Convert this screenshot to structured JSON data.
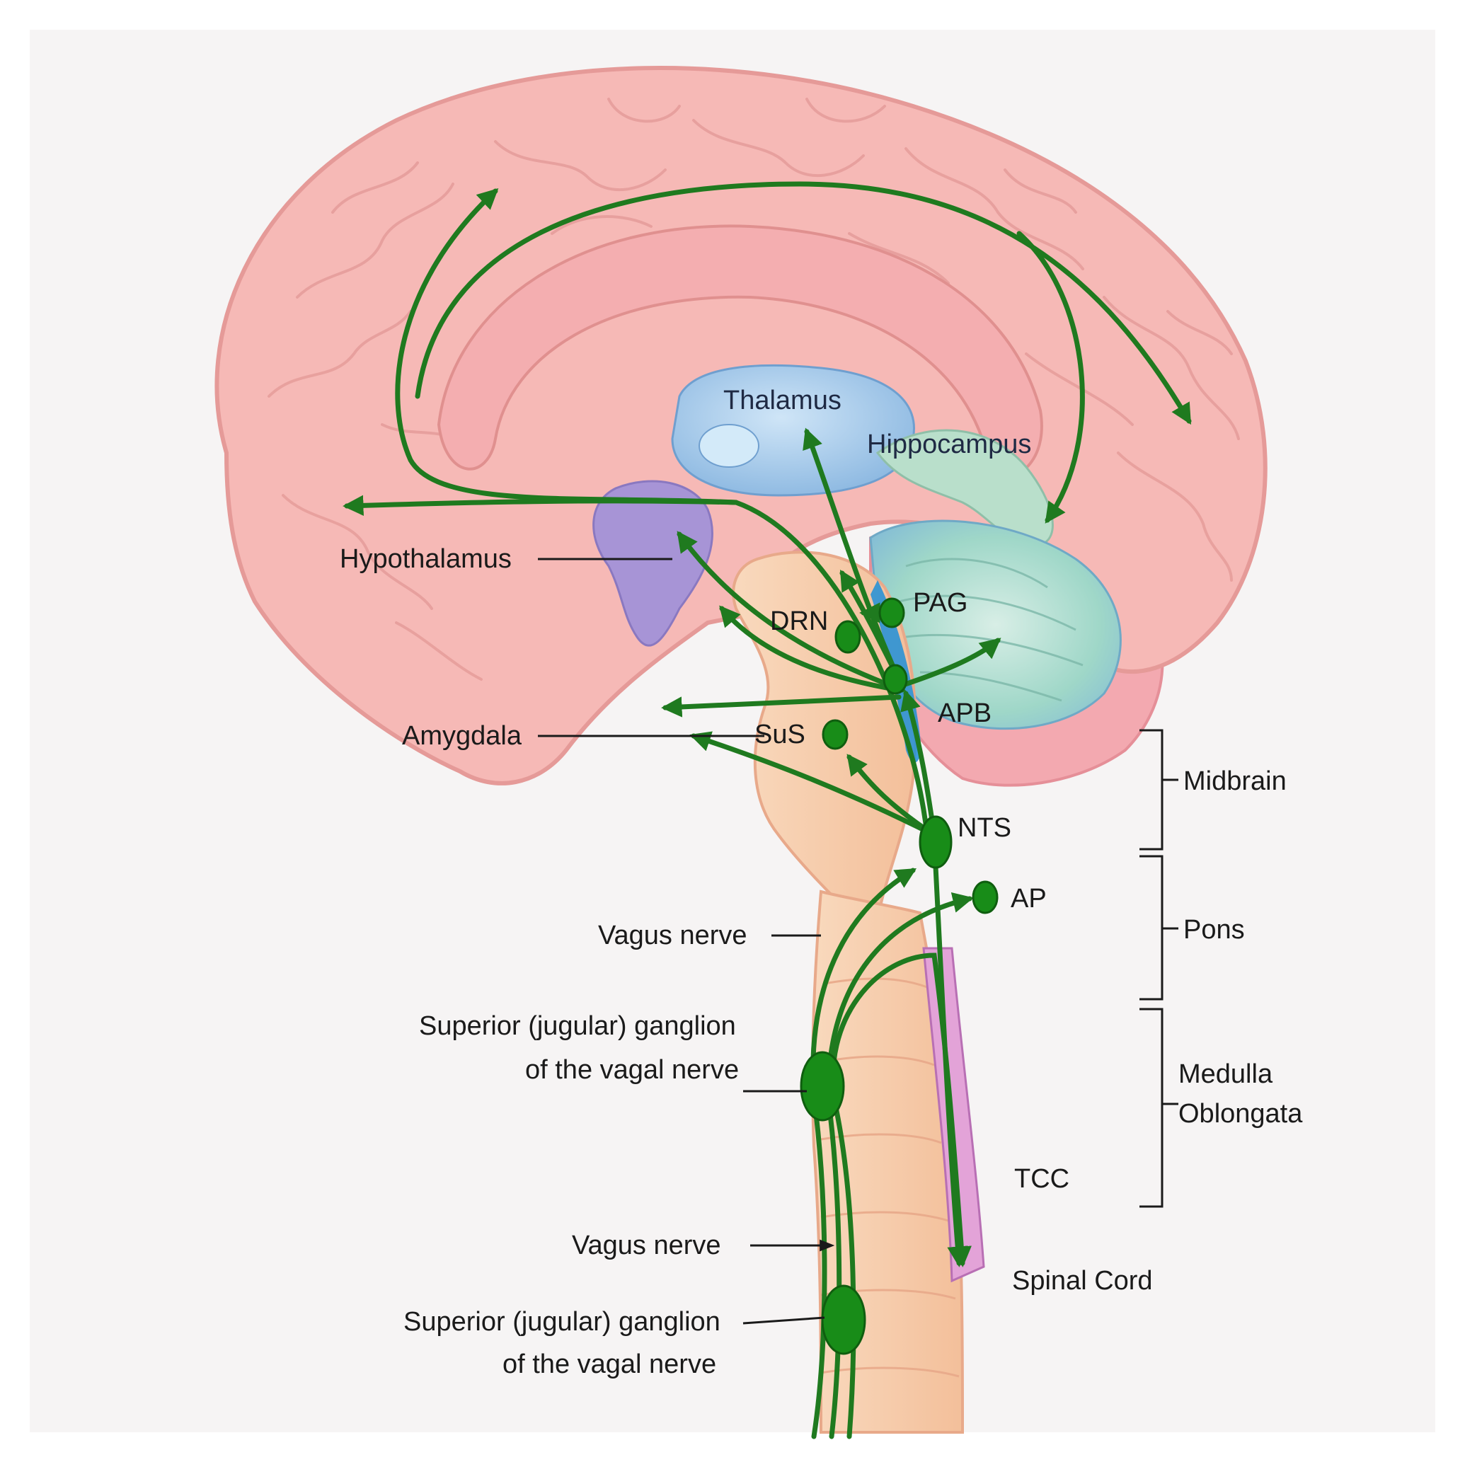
{
  "labels": {
    "thalamus": "Thalamus",
    "hippocampus": "Hippocampus",
    "hypothalamus": "Hypothalamus",
    "pag": "PAG",
    "drn": "DRN",
    "apb": "APB",
    "amygdala": "Amygdala",
    "sus": "SuS",
    "nts": "NTS",
    "ap": "AP",
    "vagus_nerve_upper": "Vagus nerve",
    "superior_ganglion_upper_line1": "Superior (jugular) ganglion",
    "superior_ganglion_upper_line2": "of the vagal nerve",
    "vagus_nerve_lower": "Vagus nerve",
    "superior_ganglion_lower_line1": "Superior (jugular) ganglion",
    "superior_ganglion_lower_line2": "of the vagal nerve",
    "tcc": "TCC",
    "spinal_cord": "Spinal Cord",
    "midbrain": "Midbrain",
    "pons": "Pons",
    "medulla_line1": "Medulla",
    "medulla_line2": "Oblongata"
  },
  "colors": {
    "background": "#f6f4f4",
    "cortex": "#f6b9b6",
    "cortex_outline": "#e59a98",
    "thalamus": "#9fc4e6",
    "hypothalamus": "#a794d6",
    "hippocampus": "#b9dfcb",
    "cerebellum": "#9fd4c8",
    "brainstem": "#f8cfae",
    "spinal_canal": "#e3a3d8",
    "pathway": "#1f7a1f",
    "node": "#188c18",
    "label_text": "#1a1a1a"
  }
}
